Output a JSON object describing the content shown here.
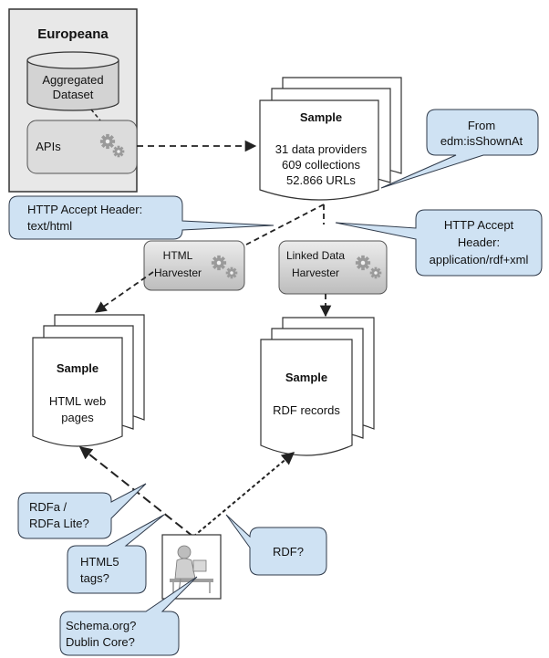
{
  "europeana": {
    "title": "Europeana",
    "dataset_line1": "Aggregated",
    "dataset_line2": "Dataset",
    "apis_label": "APIs"
  },
  "sample_top": {
    "title": "Sample",
    "line1": "31 data providers",
    "line2": "609 collections",
    "line3": "52.866 URLs"
  },
  "callouts": {
    "from_line1": "From",
    "from_line2": "edm:isShownAt",
    "accept_html_line1": "HTTP Accept Header:",
    "accept_html_line2": "text/html",
    "accept_rdf_line1": "HTTP Accept",
    "accept_rdf_line2": "Header:",
    "accept_rdf_line3": "application/rdf+xml",
    "rdfa_line1": "RDFa /",
    "rdfa_line2": "RDFa Lite?",
    "html5_line1": "HTML5",
    "html5_line2": "tags?",
    "rdf": "RDF?",
    "schema_line1": "Schema.org?",
    "schema_line2": "Dublin Core?"
  },
  "harvesters": {
    "html_line1": "HTML",
    "html_line2": "Harvester",
    "ld_line1": "Linked Data",
    "ld_line2": "Harvester"
  },
  "sample_html": {
    "title": "Sample",
    "line1": "HTML web",
    "line2": "pages"
  },
  "sample_rdf": {
    "title": "Sample",
    "line1": "RDF records"
  },
  "icons": {
    "gear": "gear-icon",
    "person": "person-at-computer-icon"
  },
  "colors": {
    "callout_fill": "#cfe2f3",
    "callout_stroke": "#2f3a4a",
    "gray_fill": "#d9d9d9",
    "outer_fill": "#e8e8e8",
    "page_fill": "#ffffff",
    "line": "#222222"
  }
}
